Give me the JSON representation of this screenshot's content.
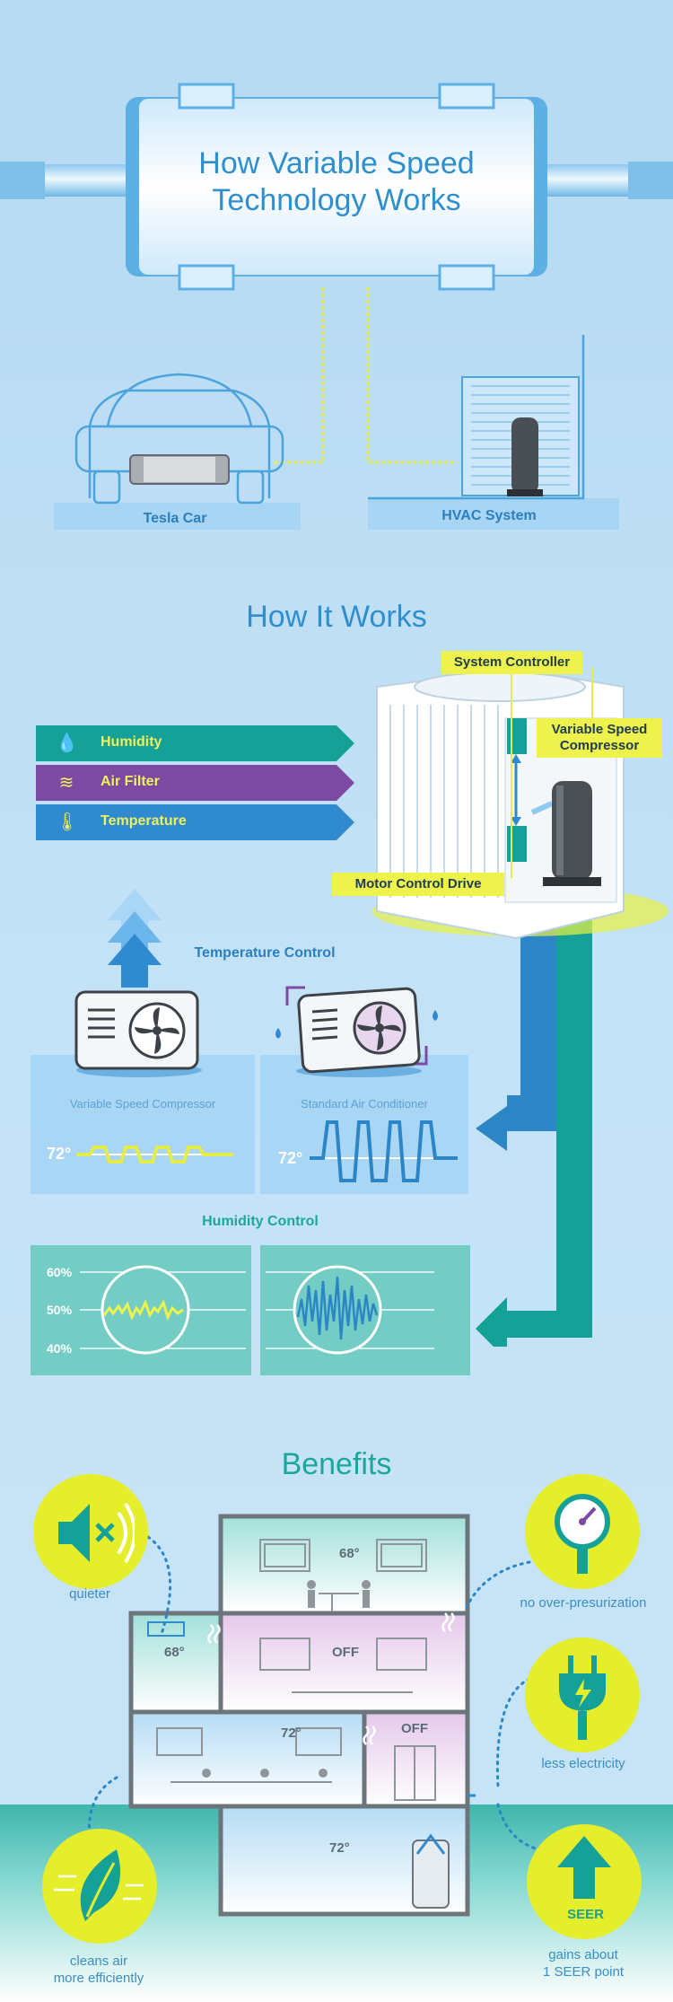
{
  "title": "How Variable Speed Technology Works",
  "top": {
    "tesla_label": "Tesla Car",
    "hvac_label": "HVAC System"
  },
  "how_it_works": {
    "title": "How It Works",
    "factors": [
      {
        "label": "Humidity",
        "icon": "droplet-icon",
        "color": "#16a198"
      },
      {
        "label": "Air Filter",
        "icon": "airflow-icon",
        "color": "#7d4aa1"
      },
      {
        "label": "Temperature",
        "icon": "thermometer-icon",
        "color": "#2f8ad0"
      }
    ],
    "callouts": {
      "system_controller": "System Controller",
      "variable_speed_compressor": "Variable Speed Compressor",
      "motor_control_drive": "Motor Control Drive"
    }
  },
  "temperature_control": {
    "title": "Temperature Control",
    "left_caption": "Variable Speed Compressor",
    "right_caption": "Standard Air Conditioner",
    "left_temp": "72°",
    "right_temp": "72°"
  },
  "humidity_control": {
    "title": "Humidity Control",
    "levels": [
      "60%",
      "50%",
      "40%"
    ]
  },
  "benefits": {
    "title": "Benefits",
    "items": [
      {
        "label": "quieter",
        "icon": "speaker-mute-icon"
      },
      {
        "label": "no over-presurization",
        "icon": "pressure-gauge-icon"
      },
      {
        "label": "less electricity",
        "icon": "plug-icon"
      },
      {
        "label": "cleans air more efficiently",
        "line1": "cleans air",
        "line2": "more efficiently",
        "icon": "leaf-icon"
      },
      {
        "label": "gains about 1 SEER point",
        "line1": "gains about",
        "line2": "1 SEER point",
        "icon": "up-arrow-icon",
        "badge": "SEER"
      }
    ],
    "rooms": {
      "top": "68°",
      "upper_left": "68°",
      "upper_right": "OFF",
      "middle_left": "72°",
      "middle_right": "OFF",
      "basement": "72°"
    }
  },
  "colors": {
    "background": "#b9dcf3",
    "accent_blue": "#2f8fce",
    "yellow": "#edf24d",
    "teal": "#16a198",
    "purple": "#7d4aa1"
  }
}
